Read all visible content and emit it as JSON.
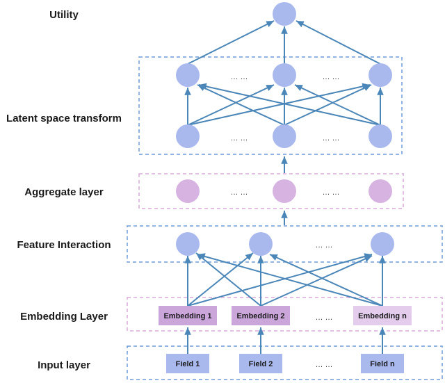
{
  "layers": {
    "utility": "Utility",
    "latent": "Latent space transform",
    "aggregate": "Aggregate layer",
    "interaction": "Feature Interaction",
    "embedding": "Embedding Layer",
    "input": "Input layer"
  },
  "embeddings": [
    "Embedding 1",
    "Embedding 2",
    "Embedding n"
  ],
  "fields": [
    "Field 1",
    "Field 2",
    "Field n"
  ],
  "ellipsis": "… …",
  "colors": {
    "node_blue": "#a9b9ee",
    "node_purple": "#d7b3e1",
    "edge": "#4a86b8",
    "frame_blue": "#6f9bd8",
    "frame_purple": "#d9a8d9",
    "embed_box_dark": "#cba6db",
    "embed_box_light": "#e4cdec",
    "field_box": "#a9b9ee"
  }
}
